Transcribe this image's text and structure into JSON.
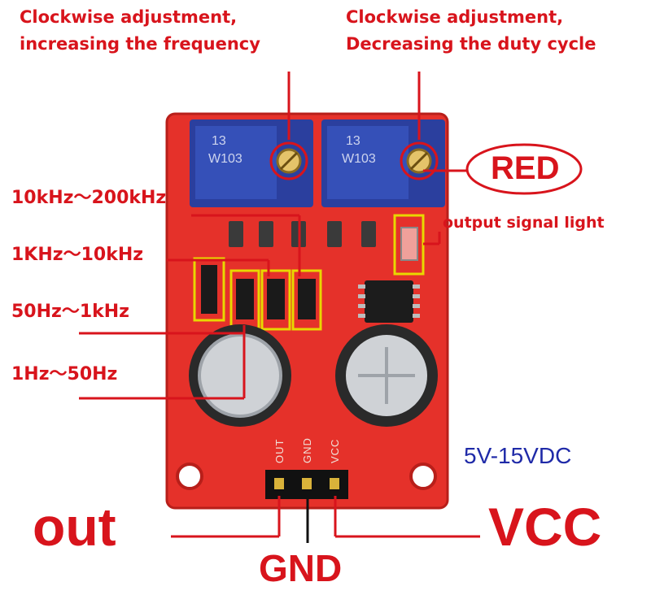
{
  "callouts": {
    "frequency_adjust": [
      "Clockwise adjustment,",
      "increasing the frequency"
    ],
    "duty_adjust": [
      "Clockwise adjustment,",
      "Decreasing the duty cycle"
    ],
    "indicator_color": "RED",
    "indicator_desc": "output signal light"
  },
  "frequency_ranges": [
    "10kHz～200kHz",
    "1KHz～10kHz",
    "50Hz～1kHz",
    "1Hz～50Hz"
  ],
  "pins": {
    "out_big": "out",
    "vcc_big": "VCC",
    "gnd_big": "GND",
    "silk_out": "OUT",
    "silk_gnd": "GND",
    "silk_vcc": "VCC"
  },
  "voltage": "5V-15VDC",
  "potentiometer_marks": {
    "left_num": "13",
    "left_code": "W103",
    "right_num": "13",
    "right_code": "W103"
  },
  "colors": {
    "annotation": "#d8141c",
    "board": "#e5312a",
    "pot_body": "#2b3f9e",
    "highlight_box": "#e8d800",
    "voltage_text": "#1f2aa8"
  }
}
